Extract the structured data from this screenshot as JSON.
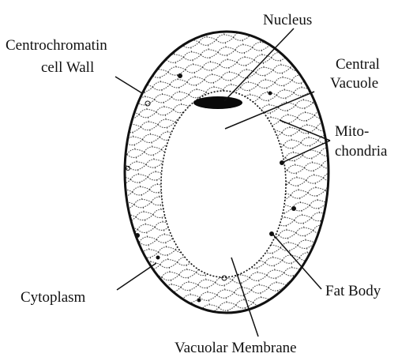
{
  "labels": {
    "nucleus": "Nucleus",
    "centrochromatin_line1": "Centrochromatin",
    "centrochromatin_line2": "cell Wall",
    "central_vacuole_line1": "Central",
    "central_vacuole_line2": "Vacuole",
    "mitochondria_line1": "Mito-",
    "mitochondria_line2": "chondria",
    "cytoplasm": "Cytoplasm",
    "fat_body": "Fat Body",
    "vacuolar_membrane": "Vacuolar Membrane"
  },
  "colors": {
    "ink": "#111111",
    "background": "#ffffff"
  }
}
